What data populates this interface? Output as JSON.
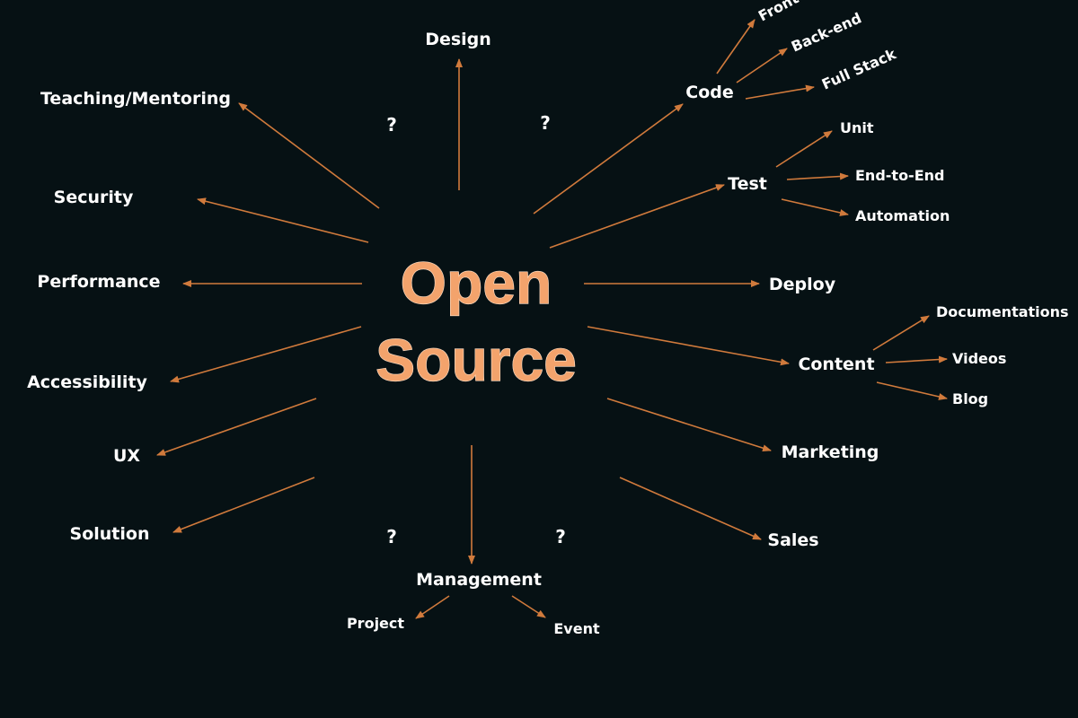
{
  "center": {
    "line1": "Open",
    "line2": "Source"
  },
  "branches": {
    "design": "Design",
    "teaching": "Teaching/Mentoring",
    "security": "Security",
    "performance": "Performance",
    "accessibility": "Accessibility",
    "ux": "UX",
    "solution": "Solution",
    "management": "Management",
    "code": "Code",
    "test": "Test",
    "deploy": "Deploy",
    "content": "Content",
    "marketing": "Marketing",
    "sales": "Sales"
  },
  "sub": {
    "code": [
      "Front-end",
      "Back-end",
      "Full Stack"
    ],
    "test": [
      "Unit",
      "End-to-End",
      "Automation"
    ],
    "content": [
      "Documentations",
      "Videos",
      "Blog"
    ],
    "management": [
      "Project",
      "Event"
    ]
  },
  "questions": [
    "?",
    "?",
    "?",
    "?"
  ],
  "colors": {
    "background": "#061114",
    "arrow": "#d07a3c",
    "center_text": "#f3a36c",
    "label_text": "#ffffff"
  }
}
